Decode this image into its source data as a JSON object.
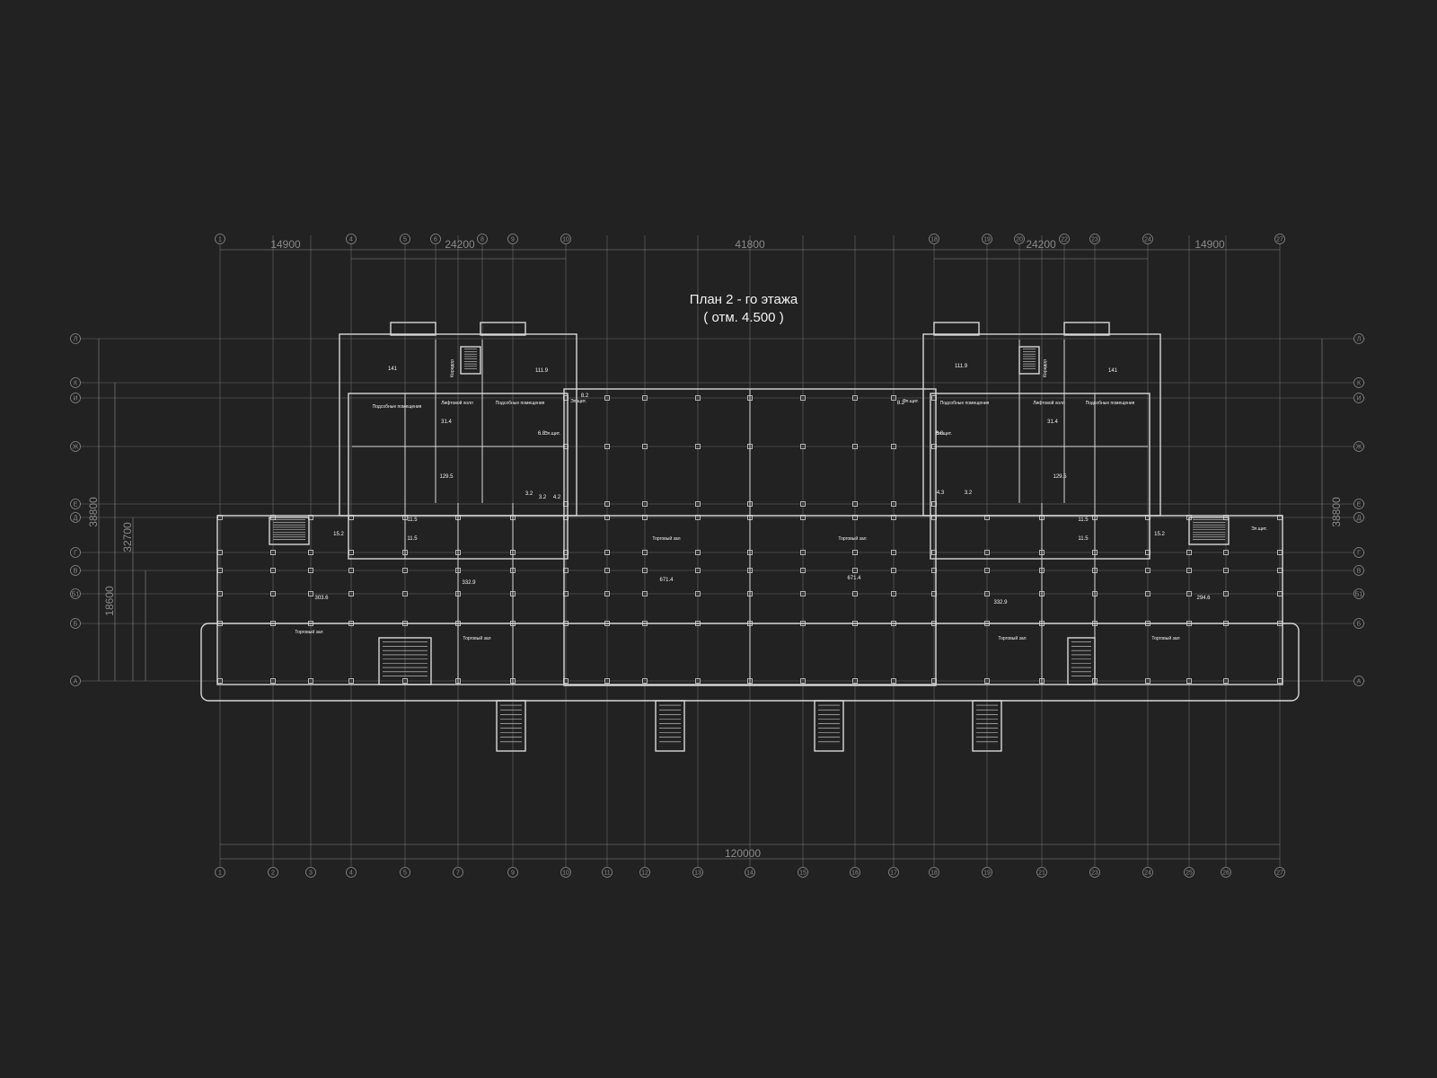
{
  "title": {
    "line1": "План 2 - го этажа",
    "line2": "( отм. 4.500 )"
  },
  "colors": {
    "background": "#222222",
    "wall": "#d8d8d8",
    "grid": "#6a6a6a",
    "dim": "#8a8a8a",
    "text": "#f2f2f2"
  },
  "grid_axes": {
    "vertical": [
      "1",
      "2",
      "3",
      "4",
      "5",
      "7",
      "9",
      "10",
      "11",
      "12",
      "13",
      "14",
      "15",
      "16",
      "17",
      "18",
      "19",
      "21",
      "23",
      "24",
      "25",
      "26",
      "27"
    ],
    "top_row_extra": [
      "6",
      "8",
      "20",
      "22"
    ],
    "horizontal": [
      "Л",
      "К",
      "И",
      "Ж",
      "Е",
      "Д",
      "Г",
      "В",
      "Б1",
      "Б",
      "А"
    ]
  },
  "dimensions": {
    "top": [
      "14900",
      "24200",
      "41800",
      "24200",
      "14900"
    ],
    "bottom_total": "120000",
    "left": [
      "38800",
      "32700",
      "18600"
    ],
    "right": [
      "38800"
    ]
  },
  "rooms": {
    "left_wing": [
      "141",
      "111.9",
      "31.4",
      "129.5",
      "6.8",
      "8.2",
      "15.2",
      "11.5",
      "11.5",
      "3.2",
      "3.2",
      "4.2",
      "303.6",
      "332.9"
    ],
    "center": [
      "671.4",
      "671.4"
    ],
    "right_wing": [
      "111.9",
      "141",
      "31.4",
      "129.5",
      "8.2",
      "6.8",
      "4.3",
      "3.2",
      "15.2",
      "11.5",
      "11.5",
      "332.9",
      "294.6"
    ]
  },
  "room_labels": {
    "auxiliary": "Подсобные помещения",
    "lift_hall": "Лифтовой холл",
    "corridor": "Коридор",
    "trading_hall": "Торговый зал",
    "el_panel": "Эл.щит."
  }
}
